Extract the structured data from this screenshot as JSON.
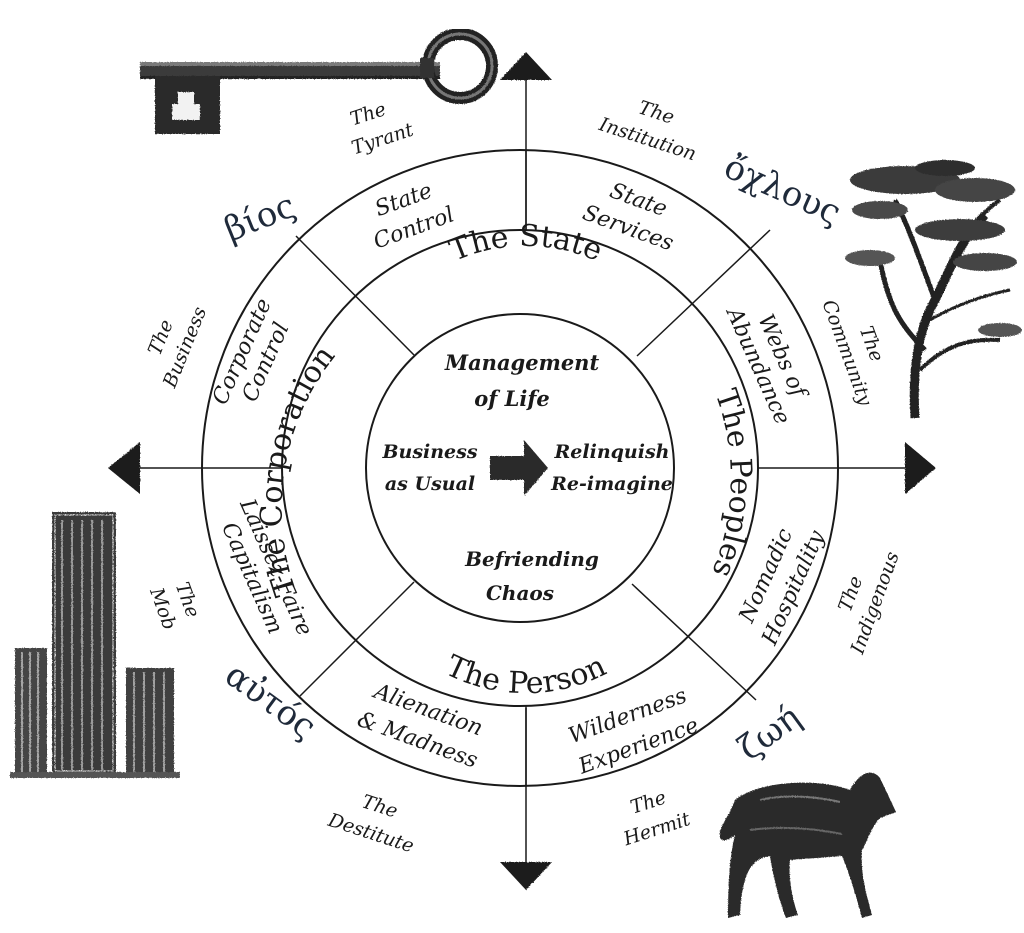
{
  "center": {
    "top": [
      "Management",
      "of Life"
    ],
    "left": [
      "Business",
      "as Usual"
    ],
    "right": [
      "Relinquish",
      "Re-imagine"
    ],
    "bottom": [
      "Befriending",
      "Chaos"
    ]
  },
  "middle_ring": {
    "state": "The State",
    "peoples": "The Peoples",
    "person": "The Person",
    "corporation": "The Corporation"
  },
  "outer_ring": {
    "state_control": [
      "State",
      "Control"
    ],
    "state_services": [
      "State",
      "Services"
    ],
    "webs_of_abundance": [
      "Webs of",
      "Abundance"
    ],
    "nomadic_hospitality": [
      "Nomadic",
      "Hospitality"
    ],
    "wilderness_experience": [
      "Wilderness",
      "Experience"
    ],
    "alienation_madness": [
      "Alienation",
      "& Madness"
    ],
    "laissez_faire": [
      "Laissez-Faire",
      "Capitalism"
    ],
    "corporate_control": [
      "Corporate",
      "Control"
    ]
  },
  "archetypes": {
    "tyrant": [
      "The",
      "Tyrant"
    ],
    "institution": [
      "The",
      "Institution"
    ],
    "community": [
      "The",
      "Community"
    ],
    "indigenous": [
      "The",
      "Indigenous"
    ],
    "hermit": [
      "The",
      "Hermit"
    ],
    "destitute": [
      "The",
      "Destitute"
    ],
    "mob": [
      "The",
      "Mob"
    ],
    "business": [
      "The",
      "Business"
    ]
  },
  "greek": {
    "bios": "βίος",
    "ochlous": "ὄχλους",
    "zoe": "ζωή",
    "autos": "αὐτός"
  },
  "icons": [
    "key-icon",
    "tree-icon",
    "wolf-icon",
    "skyscrapers-icon",
    "arrow-right-icon"
  ],
  "colors": {
    "ink": "#1a1a1a",
    "greek": "#1f2a3a",
    "paper": "#ffffff"
  }
}
